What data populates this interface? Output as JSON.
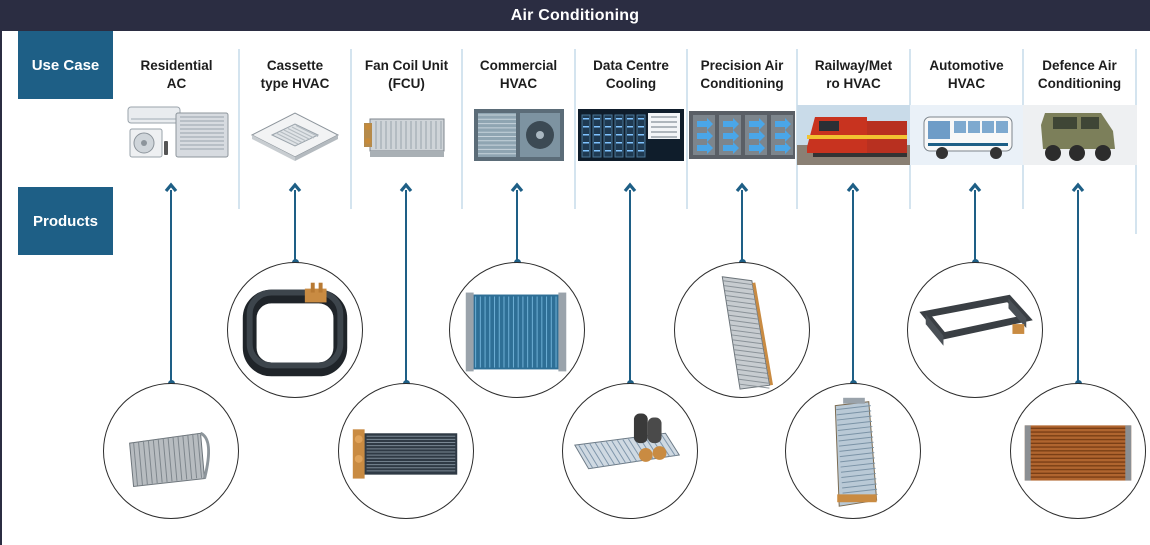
{
  "header": {
    "title": "Air Conditioning"
  },
  "labels": {
    "use_case": "Use Case",
    "products": "Products"
  },
  "use_cases": [
    {
      "line1": "Residential",
      "line2": "AC",
      "icon": "residential-ac-icon"
    },
    {
      "line1": "Cassette",
      "line2": "type HVAC",
      "icon": "cassette-hvac-icon"
    },
    {
      "line1": "Fan Coil Unit",
      "line2": "(FCU)",
      "icon": "fan-coil-unit-icon"
    },
    {
      "line1": "Commercial",
      "line2": "HVAC",
      "icon": "commercial-hvac-icon"
    },
    {
      "line1": "Data Centre",
      "line2": "Cooling",
      "icon": "data-centre-icon"
    },
    {
      "line1": "Precision Air",
      "line2": "Conditioning",
      "icon": "precision-ac-icon"
    },
    {
      "line1": "Railway/Met",
      "line2": "ro HVAC",
      "icon": "railway-hvac-icon"
    },
    {
      "line1": "Automotive",
      "line2": "HVAC",
      "icon": "automotive-hvac-icon"
    },
    {
      "line1": "Defence Air",
      "line2": "Conditioning",
      "icon": "defence-vehicle-icon"
    }
  ],
  "products": [
    {
      "icon": "bent-coil-icon"
    },
    {
      "icon": "ring-coil-icon"
    },
    {
      "icon": "fcu-coil-icon"
    },
    {
      "icon": "blue-fin-coil-icon"
    },
    {
      "icon": "condenser-coil-icon"
    },
    {
      "icon": "tall-coil-icon"
    },
    {
      "icon": "slab-coil-icon"
    },
    {
      "icon": "frame-coil-icon"
    },
    {
      "icon": "copper-coil-icon"
    }
  ],
  "colors": {
    "header_bg": "#2b2d42",
    "accent": "#1e5f86",
    "divider": "#d4e4ef"
  }
}
